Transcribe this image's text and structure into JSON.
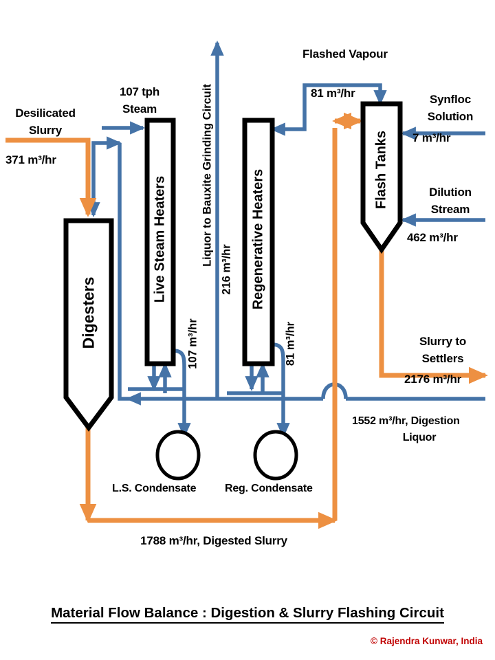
{
  "title": "Material Flow Balance  :  Digestion & Slurry Flashing Circuit",
  "credit": "© Rajendra Kunwar, India",
  "colors": {
    "orange": "#ED9042",
    "blue": "#4573A7",
    "vessel_outline": "#000000",
    "text": "#000000",
    "credit_red": "#C00000",
    "background": "#FFFFFF"
  },
  "vessels": [
    {
      "id": "digesters",
      "label": "Digesters"
    },
    {
      "id": "live-steam-heaters",
      "label": "Live Steam Heaters"
    },
    {
      "id": "regenerative-heaters",
      "label": "Regenerative Heaters"
    },
    {
      "id": "flash-tanks",
      "label": "Flash Tanks"
    },
    {
      "id": "ls-condensate-drum",
      "label": "L.S. Condensate"
    },
    {
      "id": "reg-condensate-drum",
      "label": "Reg. Condensate"
    }
  ],
  "streams": {
    "desilicated_slurry": {
      "name": "Desilicated Slurry",
      "line1": "Desilicated",
      "line2": "Slurry",
      "rate": "371 m³/hr",
      "color": "orange"
    },
    "steam": {
      "line1": "107 tph",
      "line2": "Steam",
      "color": "blue"
    },
    "liquor_to_grinding": {
      "name": "Liquor to Bauxite Grinding Circuit",
      "rate": "216 m³/hr",
      "color": "blue"
    },
    "flashed_vapour": {
      "name": "Flashed Vapour",
      "rate": "81 m³/hr",
      "color": "blue"
    },
    "synfloc": {
      "line1": "Synfloc",
      "line2": "Solution",
      "rate": "7 m³/hr",
      "color": "blue"
    },
    "dilution": {
      "line1": "Dilution",
      "line2": "Stream",
      "rate": "462 m³/hr",
      "color": "blue"
    },
    "slurry_to_settlers": {
      "line1": "Slurry to",
      "line2": "Settlers",
      "rate": "2176 m³/hr",
      "color": "orange"
    },
    "digestion_liquor": {
      "line1": "1552 m³/hr, Digestion",
      "line2": "Liquor",
      "color": "blue"
    },
    "digested_slurry": {
      "name": "1788 m³/hr, Digested  Slurry",
      "color": "orange"
    },
    "ls_condensate_rate": {
      "rate": "107 m³/hr",
      "color": "blue"
    },
    "reg_condensate_rate": {
      "rate": "81 m³/hr",
      "color": "blue"
    }
  },
  "chart_data": {
    "type": "diagram",
    "title": "Material Flow Balance : Digestion & Slurry Flashing Circuit",
    "units": "m³/hr (except steam in tph)",
    "nodes": [
      "Digesters",
      "Live Steam Heaters",
      "Regenerative Heaters",
      "Flash Tanks",
      "L.S. Condensate",
      "Reg. Condensate"
    ],
    "flows": [
      {
        "label": "Desilicated Slurry",
        "value": 371,
        "unit": "m³/hr",
        "to": "Digesters",
        "color": "orange"
      },
      {
        "label": "Steam",
        "value": 107,
        "unit": "tph",
        "to": "Live Steam Heaters",
        "color": "blue"
      },
      {
        "label": "Liquor to Bauxite Grinding Circuit",
        "value": 216,
        "unit": "m³/hr",
        "color": "blue"
      },
      {
        "label": "Flashed Vapour",
        "value": 81,
        "unit": "m³/hr",
        "from": "Flash Tanks",
        "to": "Regenerative Heaters",
        "color": "blue"
      },
      {
        "label": "Synfloc Solution",
        "value": 7,
        "unit": "m³/hr",
        "to": "Flash Tanks",
        "color": "blue"
      },
      {
        "label": "Dilution Stream",
        "value": 462,
        "unit": "m³/hr",
        "to": "Flash Tanks",
        "color": "blue"
      },
      {
        "label": "Slurry to Settlers",
        "value": 2176,
        "unit": "m³/hr",
        "from": "Flash Tanks",
        "color": "orange"
      },
      {
        "label": "Digestion Liquor",
        "value": 1552,
        "unit": "m³/hr",
        "color": "blue"
      },
      {
        "label": "Digested Slurry",
        "value": 1788,
        "unit": "m³/hr",
        "from": "Digesters",
        "to": "Flash Tanks",
        "color": "orange"
      },
      {
        "label": "L.S. Condensate",
        "value": 107,
        "unit": "m³/hr",
        "to": "L.S. Condensate",
        "color": "blue"
      },
      {
        "label": "Reg. Condensate",
        "value": 81,
        "unit": "m³/hr",
        "to": "Reg. Condensate",
        "color": "blue"
      }
    ]
  }
}
